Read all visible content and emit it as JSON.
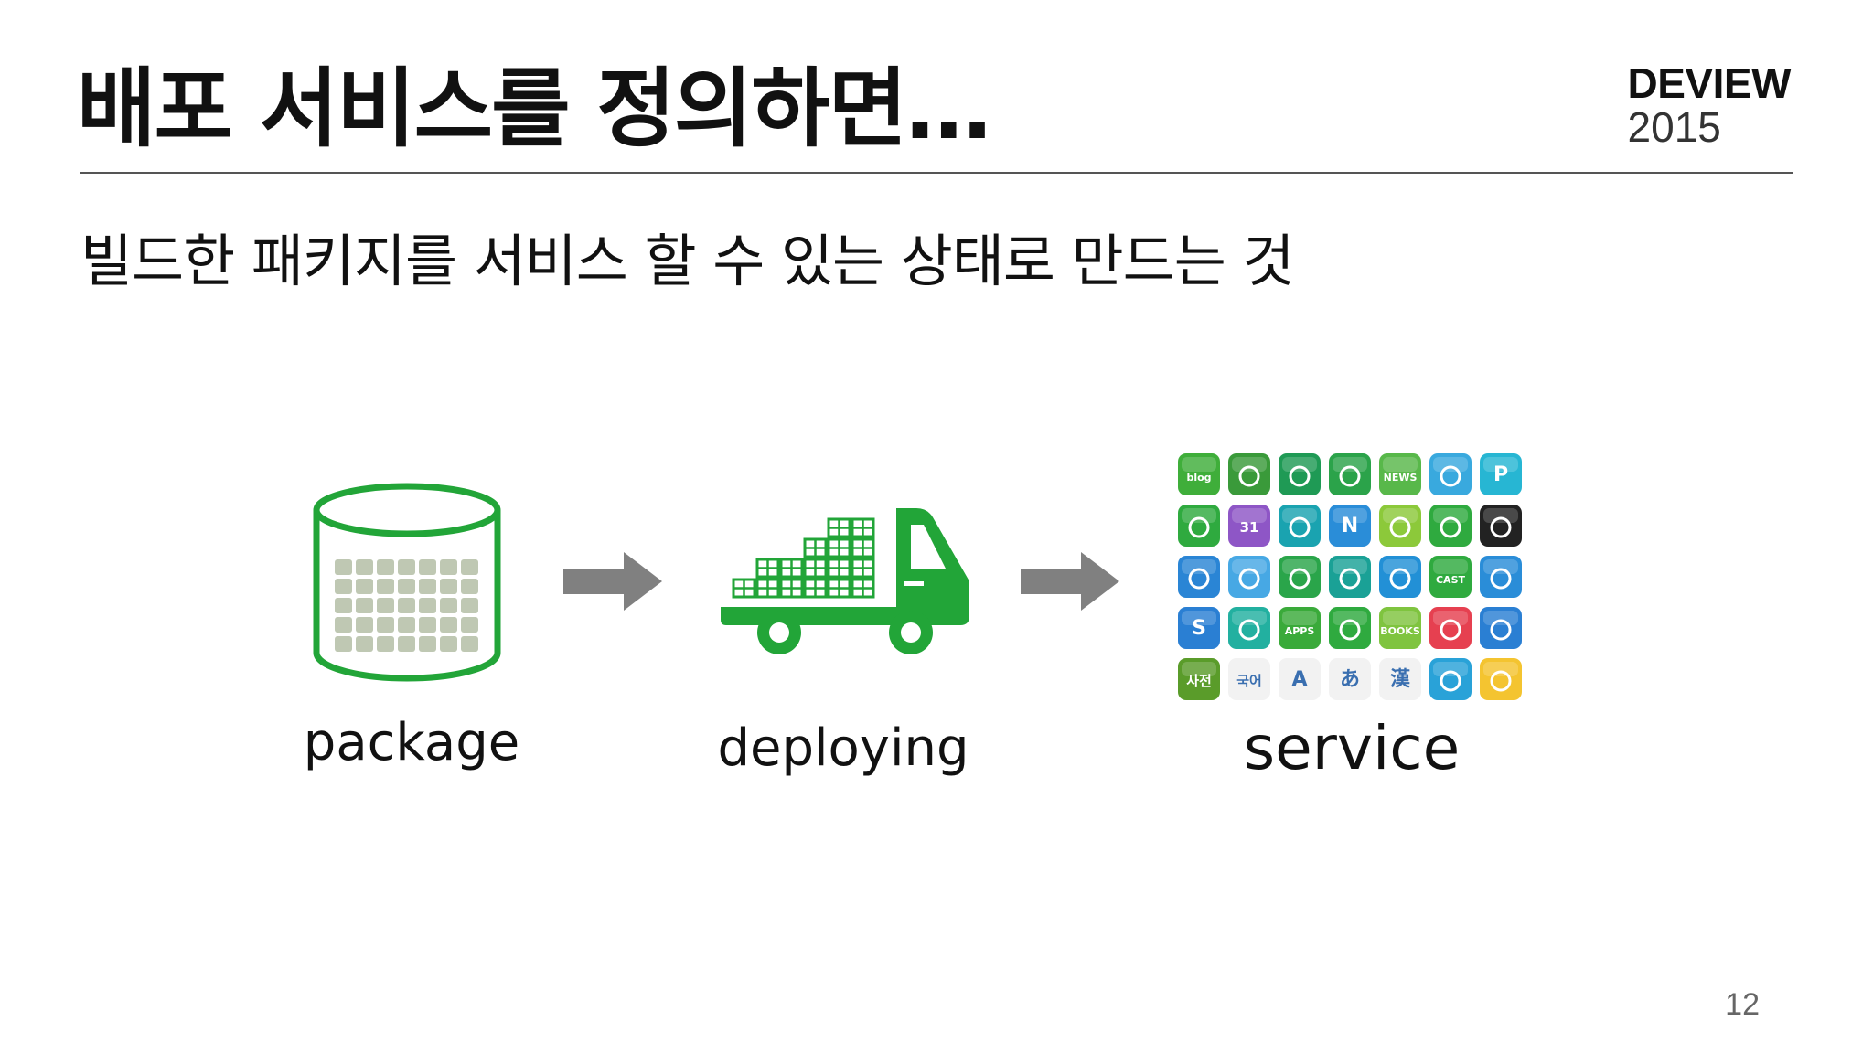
{
  "slide": {
    "title": "배포 서비스를 정의하면…",
    "subtitle": "빌드한 패키지를 서비스 할 수 있는 상태로 만드는 것",
    "page_number": "12"
  },
  "logo": {
    "brand": "DEVIEW",
    "year": "2015"
  },
  "diagram": {
    "steps": [
      {
        "label": "package",
        "icon": "database-cylinder-icon"
      },
      {
        "label": "deploying",
        "icon": "delivery-truck-icon"
      },
      {
        "label": "service",
        "icon": "app-icon-grid"
      }
    ],
    "arrow_icon": "right-arrow-icon",
    "accent_color": "#22a538",
    "arrow_color": "#808080",
    "service_icons": [
      [
        {
          "bg": "#3fae3a",
          "text": "blog"
        },
        {
          "bg": "#3a9a3a",
          "text": ""
        },
        {
          "bg": "#1f9a55",
          "text": ""
        },
        {
          "bg": "#2ba34a",
          "text": ""
        },
        {
          "bg": "#58b84a",
          "text": "NEWS"
        },
        {
          "bg": "#39a9de",
          "text": ""
        },
        {
          "bg": "#27b6d3",
          "text": "P"
        }
      ],
      [
        {
          "bg": "#2faa3f",
          "text": ""
        },
        {
          "bg": "#8e56c6",
          "text": "31"
        },
        {
          "bg": "#1aa3b0",
          "text": ""
        },
        {
          "bg": "#2a8dd8",
          "text": "N"
        },
        {
          "bg": "#8cc93a",
          "text": ""
        },
        {
          "bg": "#2faa3f",
          "text": ""
        },
        {
          "bg": "#222222",
          "text": ""
        }
      ],
      [
        {
          "bg": "#2a85d5",
          "text": ""
        },
        {
          "bg": "#47a8e4",
          "text": ""
        },
        {
          "bg": "#2aa54a",
          "text": ""
        },
        {
          "bg": "#1aa196",
          "text": ""
        },
        {
          "bg": "#2290d6",
          "text": ""
        },
        {
          "bg": "#2faa3f",
          "text": "CAST"
        },
        {
          "bg": "#2a8dd8",
          "text": ""
        }
      ],
      [
        {
          "bg": "#2a7fd3",
          "text": "S"
        },
        {
          "bg": "#22b0a0",
          "text": ""
        },
        {
          "bg": "#3aaa3a",
          "text": "APPS"
        },
        {
          "bg": "#2faa3f",
          "text": ""
        },
        {
          "bg": "#7fc43f",
          "text": "BOOKS"
        },
        {
          "bg": "#e64050",
          "text": ""
        },
        {
          "bg": "#2a7fd3",
          "text": ""
        }
      ],
      [
        {
          "bg": "#5a9c2a",
          "text": "사전"
        },
        {
          "bg": "#f2f2f2",
          "text": "국어"
        },
        {
          "bg": "#f2f2f2",
          "text": "A"
        },
        {
          "bg": "#f2f2f2",
          "text": "あ"
        },
        {
          "bg": "#f2f2f2",
          "text": "漢"
        },
        {
          "bg": "#29a2d8",
          "text": ""
        },
        {
          "bg": "#f4c430",
          "text": ""
        }
      ]
    ]
  }
}
